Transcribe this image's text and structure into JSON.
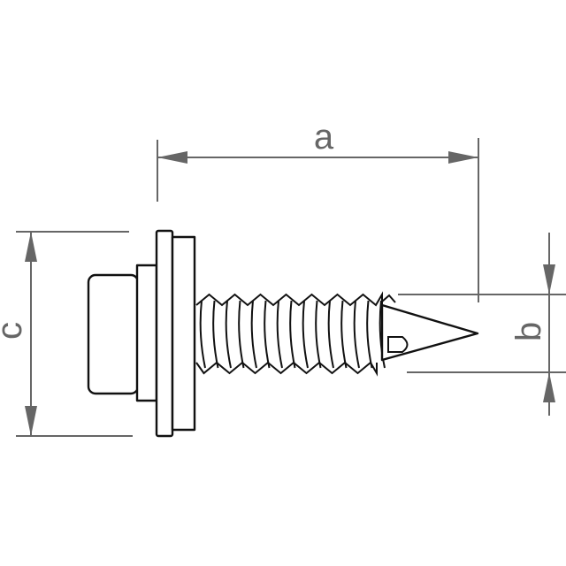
{
  "diagram": {
    "labels": {
      "length": "a",
      "thread_diameter": "b",
      "washer_diameter": "c"
    },
    "colors": {
      "dimension": "#666666",
      "outline": "#111111"
    }
  }
}
